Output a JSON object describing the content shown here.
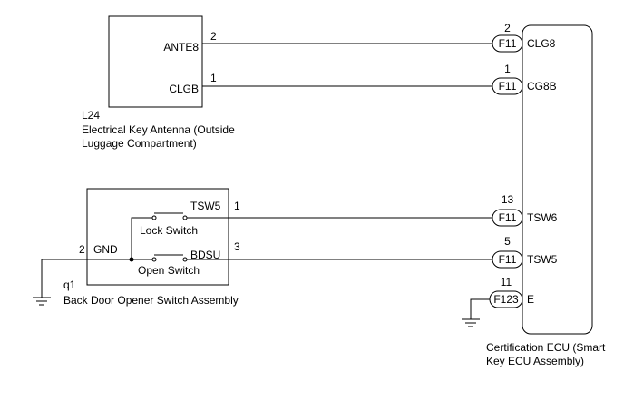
{
  "antenna": {
    "id": "L24",
    "name_line1": "Electrical Key Antenna (Outside",
    "name_line2": "Luggage Compartment)",
    "pins": [
      {
        "label": "ANTE8",
        "number": "2"
      },
      {
        "label": "CLGB",
        "number": "1"
      }
    ]
  },
  "switch_assy": {
    "id": "q1",
    "name": "Back Door Opener Switch Assembly",
    "gnd_label": "GND",
    "gnd_pin": "2",
    "lock_switch": "Lock Switch",
    "open_switch": "Open Switch",
    "pins": [
      {
        "label": "TSW5",
        "number": "1"
      },
      {
        "label": "BDSU",
        "number": "3"
      }
    ]
  },
  "ecu": {
    "name_line1": "Certification ECU (Smart",
    "name_line2": "Key ECU Assembly)",
    "connectors": [
      {
        "connector": "F11",
        "pin": "2",
        "terminal": "CLG8"
      },
      {
        "connector": "F11",
        "pin": "1",
        "terminal": "CG8B"
      },
      {
        "connector": "F11",
        "pin": "13",
        "terminal": "TSW6"
      },
      {
        "connector": "F11",
        "pin": "5",
        "terminal": "TSW5"
      },
      {
        "connector": "F123",
        "pin": "11",
        "terminal": "E"
      }
    ]
  },
  "colors": {
    "line": "#000000",
    "background": "#ffffff"
  }
}
